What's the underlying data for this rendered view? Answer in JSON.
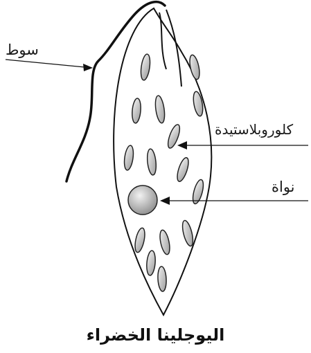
{
  "diagram": {
    "labels": {
      "flagellum": "سوط",
      "chloroplast": "كلوروبلاستيدة",
      "nucleus": "نواة"
    },
    "caption": "اليوجلينا الخضراء",
    "colors": {
      "outline": "#111111",
      "organelle_fill_light": "#f4f4f4",
      "organelle_fill_dark": "#9a9a9a",
      "nucleus_fill_dark": "#8c8c8c"
    }
  }
}
